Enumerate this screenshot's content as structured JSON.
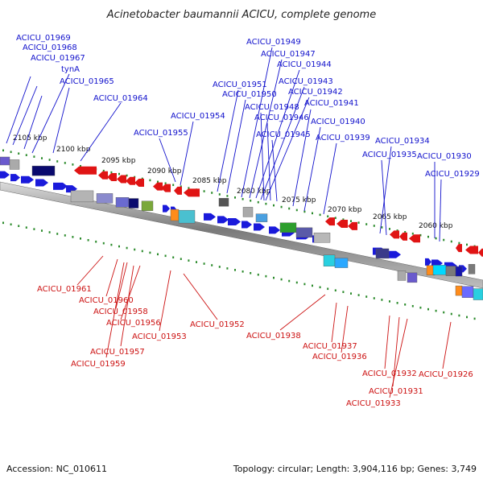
{
  "title": "Acinetobacter baumannii ACICU, complete genome",
  "footer": {
    "accession": "Accession: NC_010611",
    "summary": "Topology: circular; Length: 3,904,116 bp; Genes: 3,749"
  },
  "colors": {
    "forward_gene": "#1a1adb",
    "reverse_gene": "#e01414",
    "backbone": "#8c8c8c",
    "tick_dots": "#2a8a2a",
    "label_forward": "#1111cc",
    "label_reverse": "#cc1111"
  },
  "scale_ticks": [
    "2105 kbp",
    "2100 kbp",
    "2095 kbp",
    "2090 kbp",
    "2085 kbp",
    "2080 kbp",
    "2075 kbp",
    "2070 kbp",
    "2065 kbp",
    "2060 kbp"
  ],
  "forward_labels": [
    "ACICU_01969",
    "ACICU_01968",
    "ACICU_01967",
    "tynA",
    "ACICU_01965",
    "ACICU_01964",
    "ACICU_01955",
    "ACICU_01954",
    "ACICU_01951",
    "ACICU_01950",
    "ACICU_01949",
    "ACICU_01947",
    "ACICU_01944",
    "ACICU_01943",
    "ACICU_01942",
    "ACICU_01948",
    "ACICU_01946",
    "ACICU_01945",
    "ACICU_01941",
    "ACICU_01940",
    "ACICU_01939",
    "ACICU_01934",
    "ACICU_01935",
    "ACICU_01930",
    "ACICU_01929"
  ],
  "reverse_labels": [
    "ACICU_01961",
    "ACICU_01960",
    "ACICU_01958",
    "ACICU_01956",
    "ACICU_01953",
    "ACICU_01952",
    "ACICU_01957",
    "ACICU_01959",
    "ACICU_01938",
    "ACICU_01937",
    "ACICU_01936",
    "ACICU_01932",
    "ACICU_01926",
    "ACICU_01931",
    "ACICU_01933"
  ]
}
